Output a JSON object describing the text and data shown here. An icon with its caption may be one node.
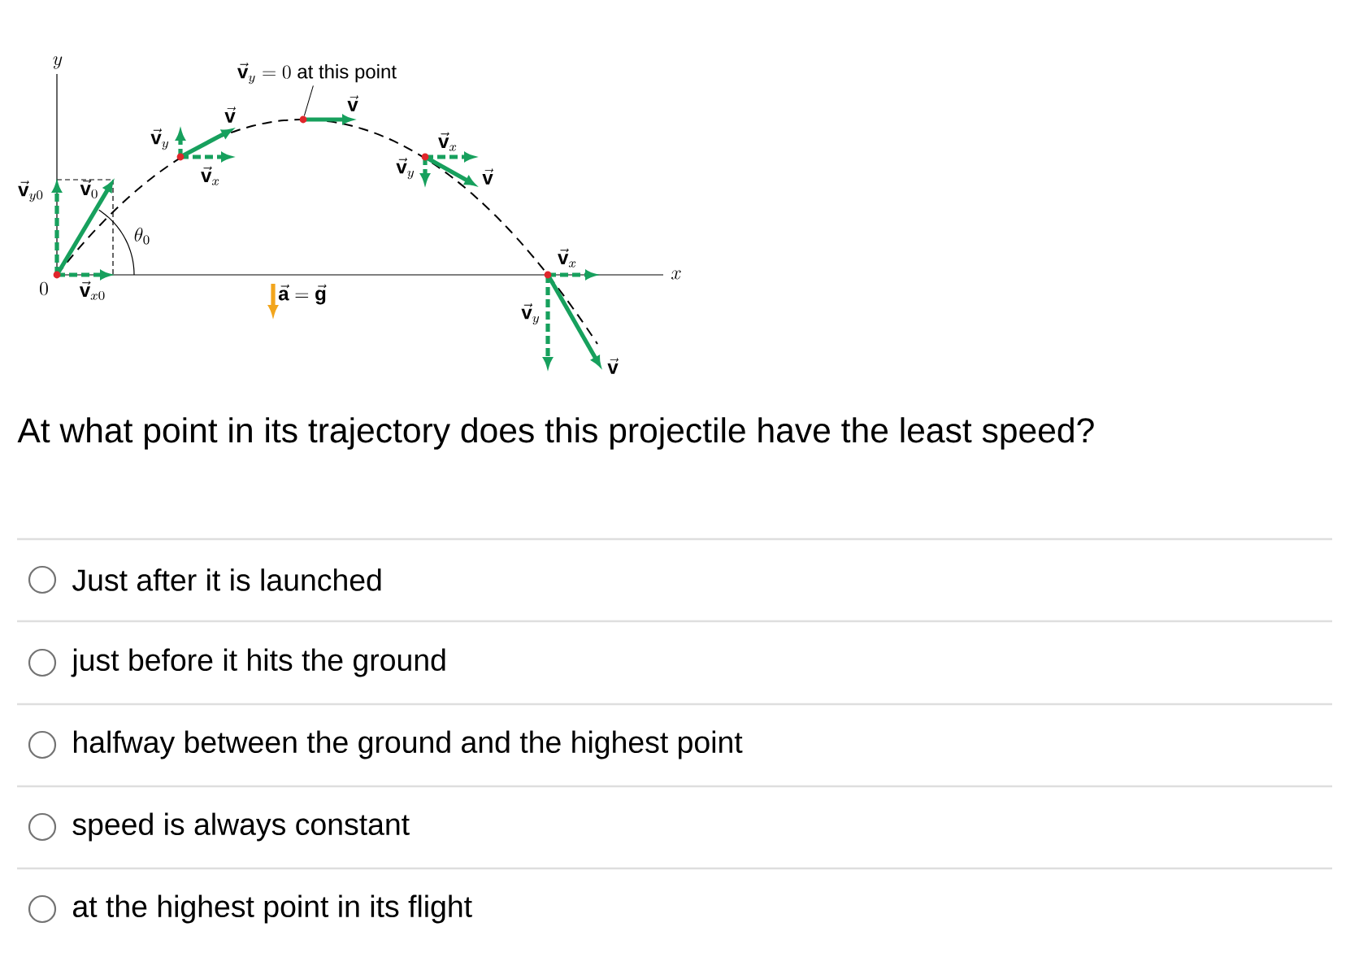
{
  "diagram": {
    "nodes": [
      {
        "text": [
          "\\vec{\\mathbf{v}}_y = 0\\text{ at this point}"
        ]
      },
      {
        "text": [],
        "shape": "circle"
      }
    ],
    "edges": [
      {
        "from": 0,
        "to": 1,
        "arrow": "none"
      }
    ],
    "labels": [
      "y",
      "\\vec{\\mathbf{v}}",
      "\\vec{\\mathbf{v}}",
      "\\vec{\\mathbf{v}}_y",
      "\\vec{\\mathbf{v}}_x",
      "\\vec{\\mathbf{v}}_x",
      "\\vec{\\mathbf{v}}_y",
      "\\vec{\\mathbf{v}}",
      "\\vec{\\mathbf{v}}_{y0}",
      "\\vec{\\mathbf{v}}_0",
      "\\theta_0",
      "\\vec{\\mathbf{v}}_x",
      "x",
      "0",
      "\\vec{\\mathbf{v}}_{x0}",
      "\\vec{\\mathbf{a}} = \\vec{\\mathbf{g}}",
      "\\vec{\\mathbf{v}}_y",
      "\\vec{\\mathbf{v}}",
      "At what point in its trajectory does this projectile have the least speed?",
      "Just after it is launched",
      "just before it hits the ground",
      "halfway between the ground and the highest point",
      "speed is always constant",
      "at the highest point in its flight"
    ]
  }
}
